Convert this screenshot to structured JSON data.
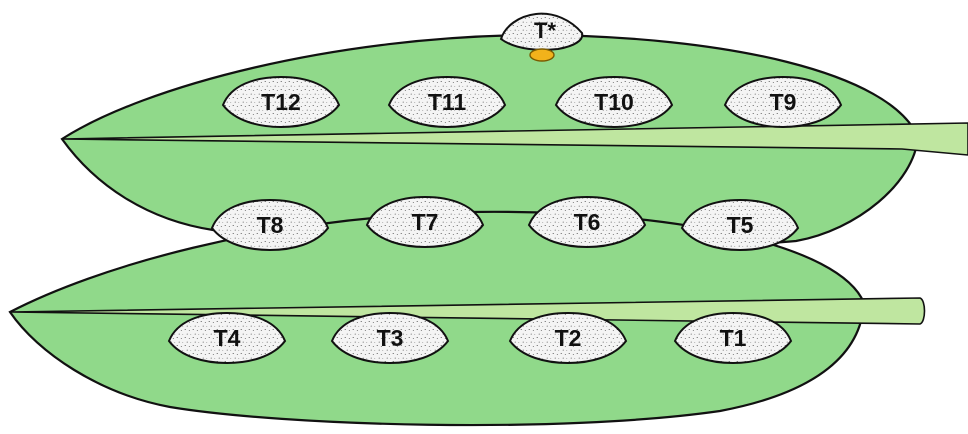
{
  "colors": {
    "leaf_fill": "#90D98A",
    "midrib_fill": "#BFE6A0",
    "outline": "#111111",
    "spot_fill": "#F4F4F4",
    "spot_speckle": "#444444",
    "marker": "#F2B21B"
  },
  "upper_leaf": {
    "spots": [
      "T12",
      "T11",
      "T10",
      "T9"
    ],
    "marker_label": "T*"
  },
  "lower_leaf": {
    "spots": [
      "T8",
      "T7",
      "T6",
      "T5",
      "T4",
      "T3",
      "T2",
      "T1"
    ]
  }
}
